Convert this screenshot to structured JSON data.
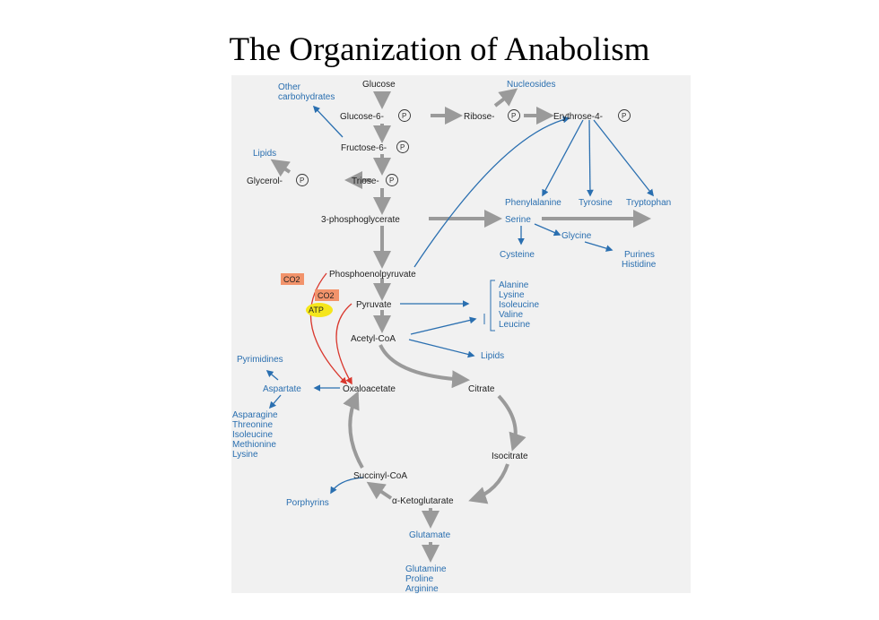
{
  "title": "The Organization of Anabolism",
  "metabolites": {
    "glucose": "Glucose",
    "glucose6p": "Glucose-6-",
    "fructose6p": "Fructose-6-",
    "triose": "Triose-",
    "glycerol": "Glycerol-",
    "pg3": "3-phosphoglycerate",
    "pep": "Phosphoenolpyruvate",
    "pyruvate": "Pyruvate",
    "acetylcoa": "Acetyl-CoA",
    "oxaloacetate": "Oxaloacetate",
    "citrate": "Citrate",
    "isocitrate": "Isocitrate",
    "akg": "α-Ketoglutarate",
    "succinylcoa": "Succinyl-CoA",
    "ribose": "Ribose-",
    "erythrose": "Erythrose-4-"
  },
  "phosphate": "P",
  "products": {
    "other_carbs_1": "Other",
    "other_carbs_2": "carbohydrates",
    "nucleosides": "Nucleosides",
    "lipids_top": "Lipids",
    "phenylalanine": "Phenylalanine",
    "tyrosine": "Tyrosine",
    "tryptophan": "Tryptophan",
    "serine": "Serine",
    "glycine": "Glycine",
    "cysteine": "Cysteine",
    "purines": "Purines",
    "histidine": "Histidine",
    "pyruvate_family": [
      "Alanine",
      "Lysine",
      "Isoleucine",
      "Valine",
      "Leucine"
    ],
    "lipids_mid": "Lipids",
    "pyrimidines": "Pyrimidines",
    "aspartate": "Aspartate",
    "aspartate_family": [
      "Asparagine",
      "Threonine",
      "Isoleucine",
      "Methionine",
      "Lysine"
    ],
    "porphyrins": "Porphyrins",
    "glutamate": "Glutamate",
    "glutamate_family": [
      "Glutamine",
      "Proline",
      "Arginine"
    ]
  },
  "cofactors": {
    "co2_a": "CO2",
    "co2_b": "CO2",
    "atp": "ATP"
  },
  "colors": {
    "blue": "#2a6fb0",
    "red": "#d9382e",
    "co2_box": "#f2936b",
    "atp_box": "#f5e61c",
    "grey_arrow": "#9a9a9a"
  }
}
